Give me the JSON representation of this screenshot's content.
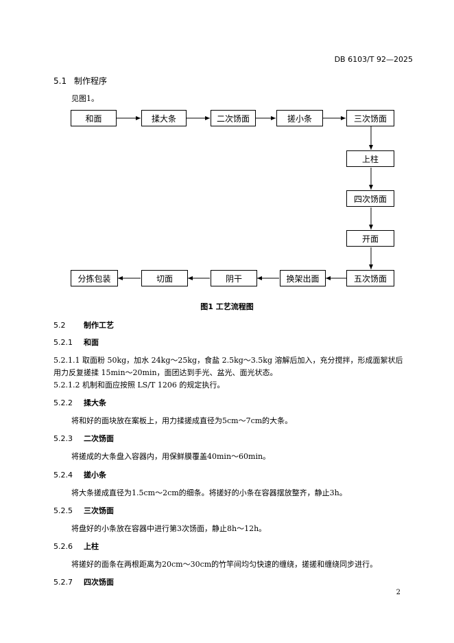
{
  "header": {
    "standard_code": "DB 6103/T 92—2025"
  },
  "section_5_1": {
    "num": "5.1",
    "title": "制作程序",
    "text": "见图1。"
  },
  "flowchart": {
    "steps": [
      "和面",
      "揉大条",
      "二次饧面",
      "搓小条",
      "三次饧面",
      "上柱",
      "四次饧面",
      "开面",
      "五次饧面",
      "换架出面",
      "阴干",
      "切面",
      "分拣包装"
    ],
    "caption": "图1 工艺流程图"
  },
  "section_5_2": {
    "num": "5.2",
    "title": "制作工艺",
    "s1": {
      "num": "5.2.1",
      "title": "和面"
    },
    "p1_1": "5.2.1.1  取面粉 50kg，加水 24kg～25kg，食盐 2.5kg～3.5kg 溶解后加入，充分搅拌，形成面絮状后",
    "p1_1b": "用力反复搓揉 15min～20min，面团达到手光、盆光、面光状态。",
    "p1_2": "5.2.1.2  机制和面应按照 LS/T 1206 的规定执行。",
    "s2": {
      "num": "5.2.2",
      "title": "揉大条",
      "text": "将和好的面块放在案板上，用力揉搓成直径为5cm～7cm的大条。"
    },
    "s3": {
      "num": "5.2.3",
      "title": "二次饧面",
      "text": "将搓成的大条盘入容器内，用保鲜膜覆盖40min～60min。"
    },
    "s4": {
      "num": "5.2.4",
      "title": "搓小条",
      "text": "将大条搓成直径为1.5cm～2cm的细条。将搓好的小条在容器摆放整齐，静止3h。"
    },
    "s5": {
      "num": "5.2.5",
      "title": "三次饧面",
      "text": "将盘好的小条放在容器中进行第3次饧面，静止8h～12h。"
    },
    "s6": {
      "num": "5.2.6",
      "title": "上柱",
      "text": "将搓好的面条在两根距离为20cm～30cm的竹竿间均匀快速的缠绕，搓搓和缠绕同步进行。"
    },
    "s7": {
      "num": "5.2.7",
      "title": "四次饧面"
    }
  },
  "footer": {
    "page_number": "2"
  }
}
